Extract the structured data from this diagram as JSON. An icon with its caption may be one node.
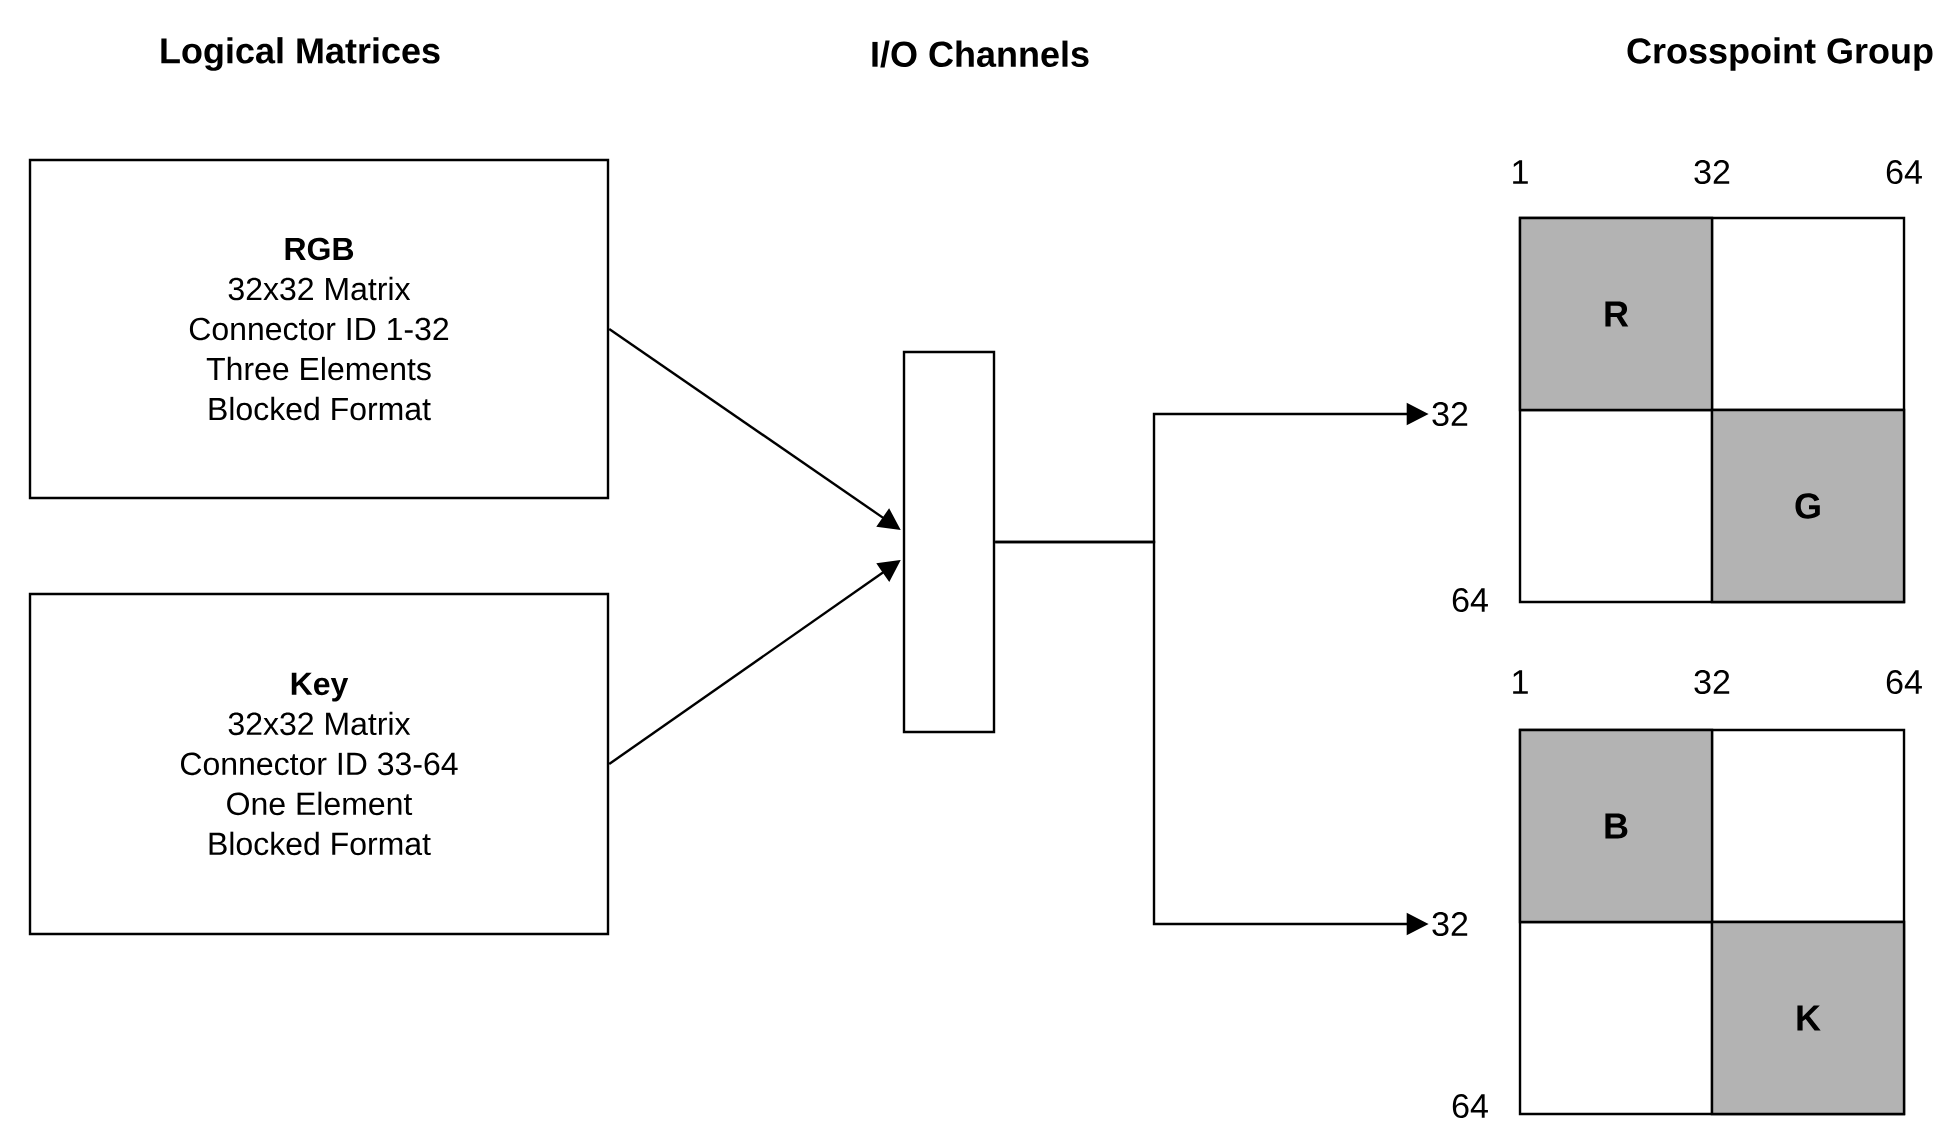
{
  "diagram": {
    "nodes": [
      {
        "text": [
          "RGB",
          "32x32 Matrix",
          "Connector ID 1-32",
          "Three Elements",
          "Blocked Format"
        ]
      },
      {
        "text": [
          "Key",
          "32x32 Matrix",
          "Connector ID 33-64",
          "One Element",
          "Blocked Format"
        ]
      },
      {
        "text": [],
        "shape": "box"
      },
      {
        "text": [
          "32"
        ]
      },
      {
        "text": [],
        "shape": "box"
      },
      {
        "text": [
          "R"
        ],
        "in": 4
      },
      {
        "text": [
          "G"
        ],
        "in": 4
      },
      {
        "text": [
          "32"
        ]
      },
      {
        "text": [],
        "shape": "box"
      },
      {
        "text": [
          "B"
        ],
        "in": 8
      },
      {
        "text": [
          "K"
        ],
        "in": 8
      }
    ],
    "edges": [
      {
        "from": 0,
        "to": 2,
        "arrow": "to"
      },
      {
        "from": 1,
        "to": 2,
        "arrow": "to"
      },
      {
        "from": 2,
        "to": 3,
        "arrow": "to"
      },
      {
        "from": 2,
        "to": 7,
        "arrow": "to"
      }
    ],
    "labels": [
      "Logical Matrices",
      "I/O Channels",
      "Crosspoint Group",
      "1",
      "32",
      "64",
      "64",
      "1",
      "32",
      "64",
      "64"
    ]
  }
}
